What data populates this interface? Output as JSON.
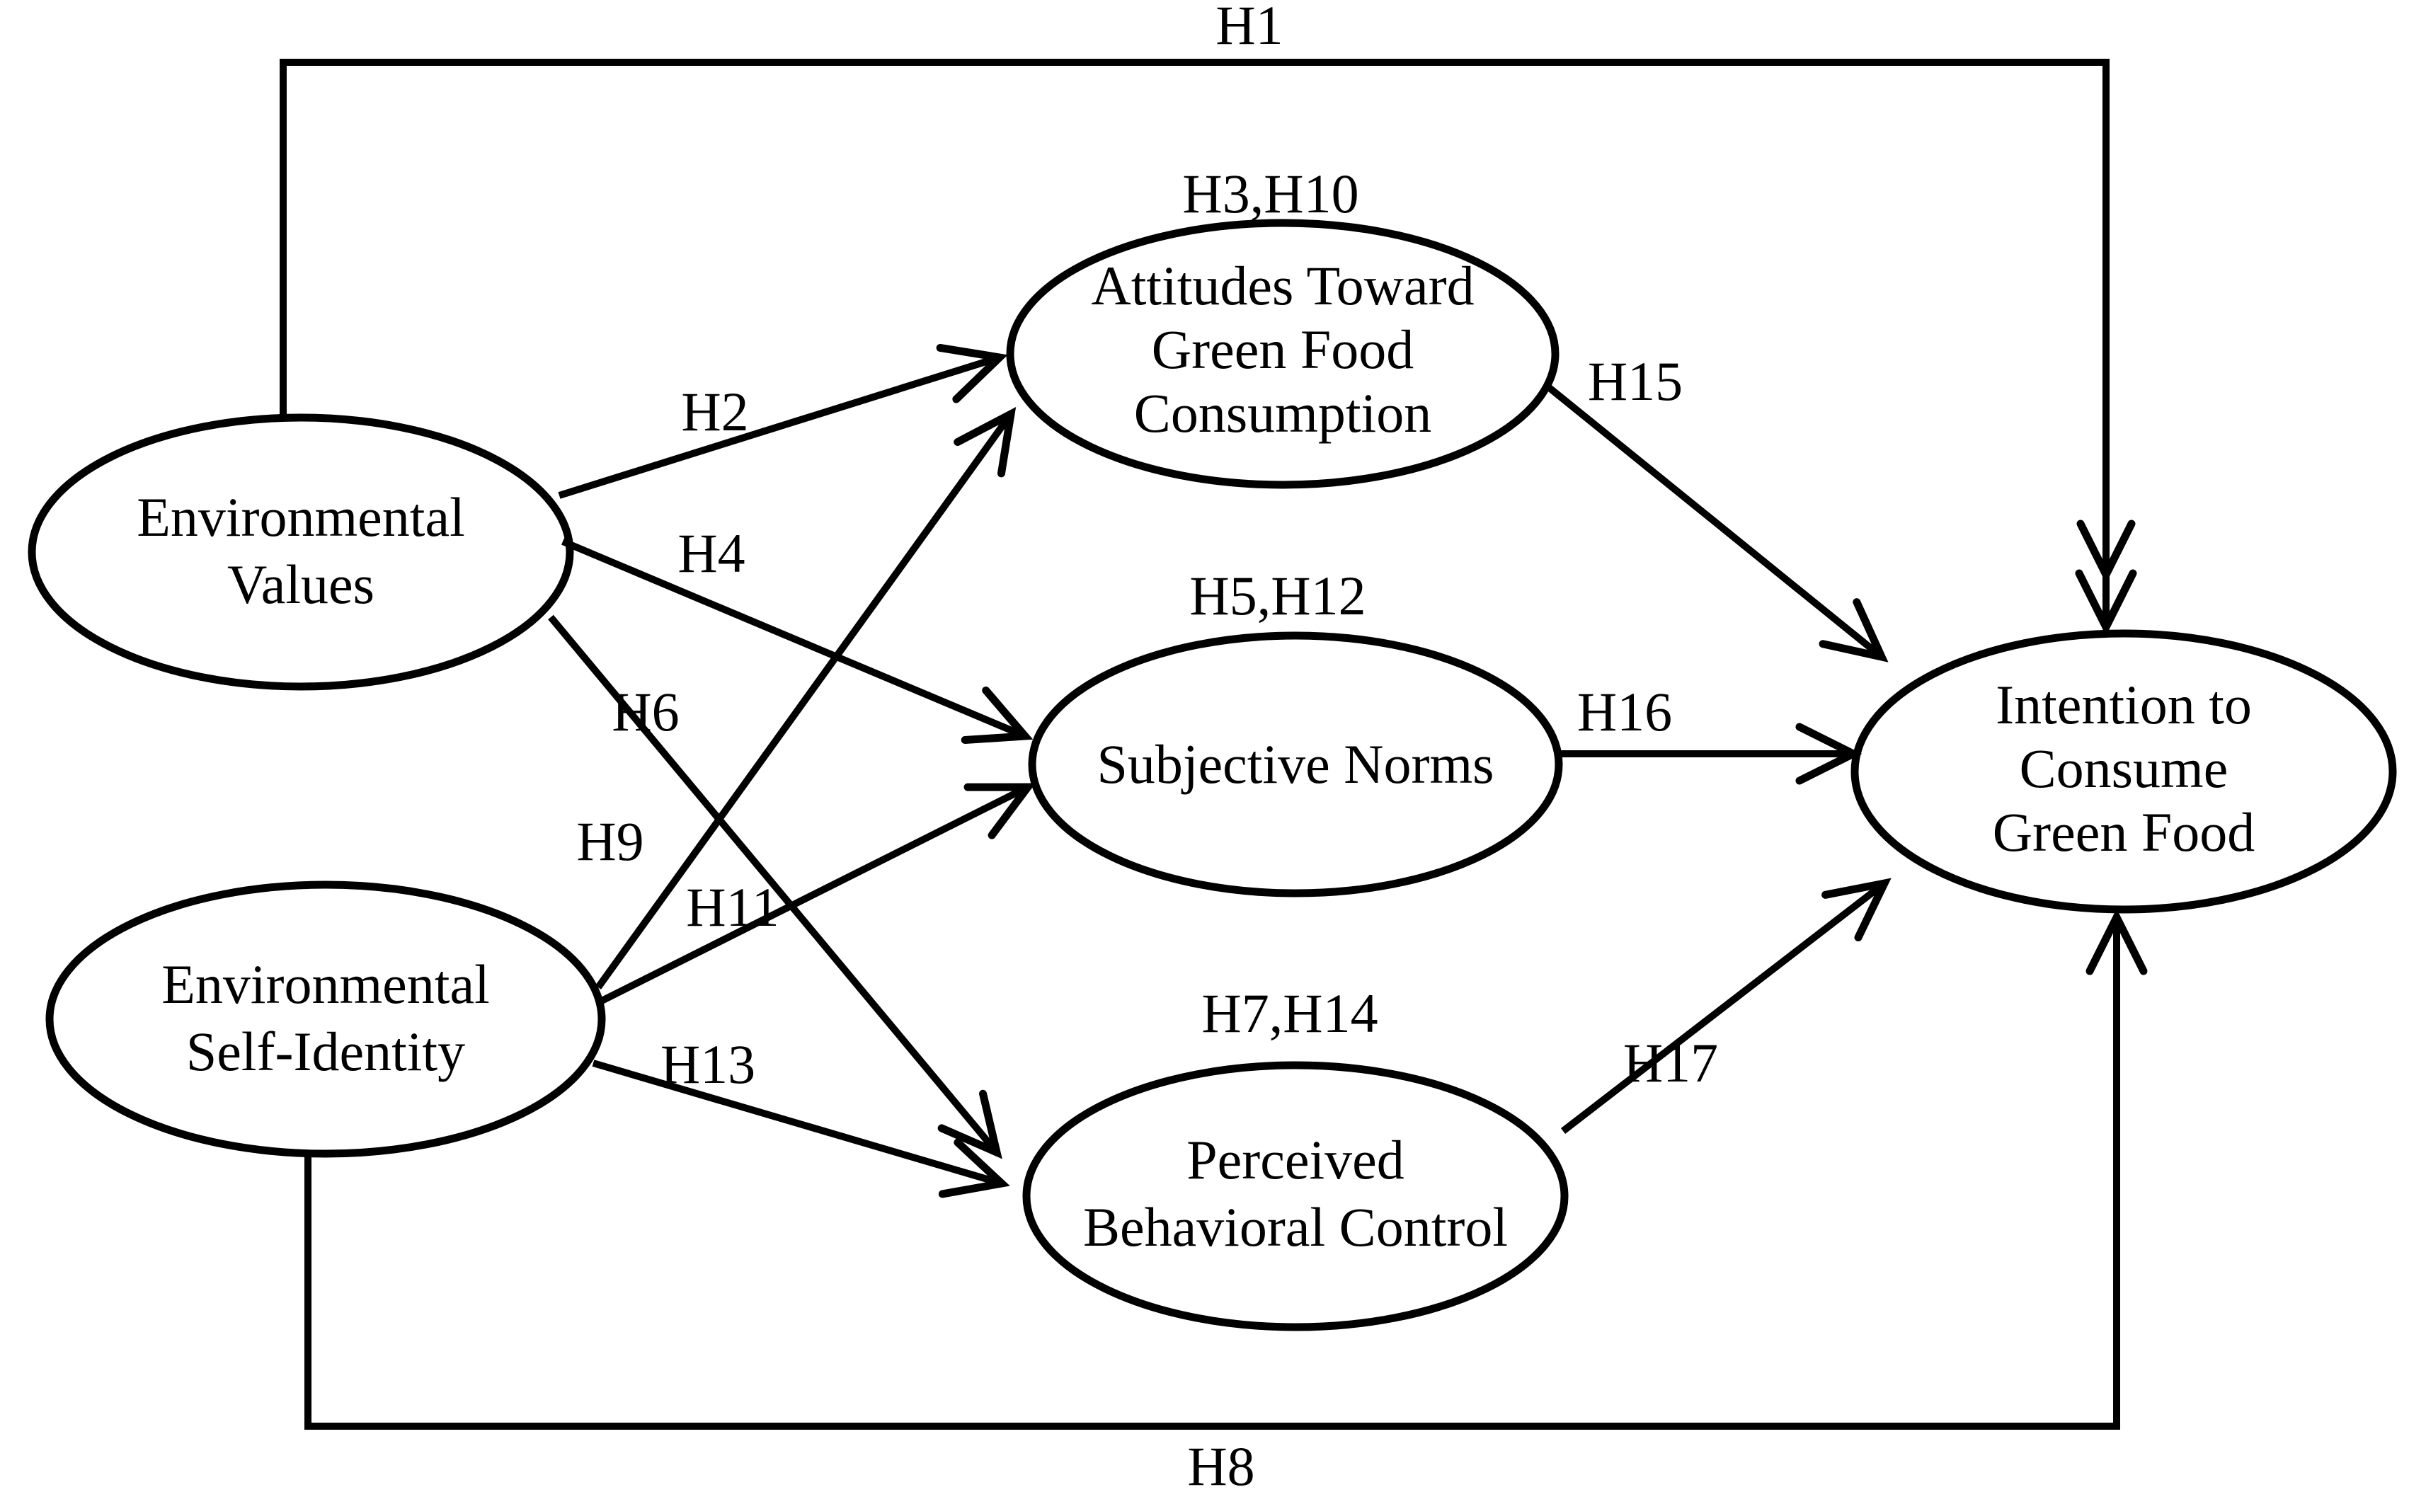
{
  "diagram": {
    "type": "path-model",
    "colors": {
      "stroke": "#000000",
      "text": "#000000",
      "background": "#ffffff"
    },
    "nodes": {
      "environmental_values": {
        "line1": "Environmental",
        "line2": "Values"
      },
      "environmental_self_identity": {
        "line1": "Environmental",
        "line2": "Self-Identity"
      },
      "attitudes": {
        "line1": "Attitudes Toward",
        "line2": "Green Food",
        "line3": "Consumption"
      },
      "subjective_norms": {
        "line1": "Subjective Norms"
      },
      "perceived_behavioral_control": {
        "line1": "Perceived",
        "line2": "Behavioral Control"
      },
      "intention": {
        "line1": "Intention to",
        "line2": "Consume",
        "line3": "Green Food"
      }
    },
    "edge_labels": {
      "h1": "H1",
      "h2": "H2",
      "h3_h10": "H3,H10",
      "h4": "H4",
      "h5_h12": "H5,H12",
      "h6": "H6",
      "h7_h14": "H7,H14",
      "h8": "H8",
      "h9": "H9",
      "h11": "H11",
      "h13": "H13",
      "h15": "H15",
      "h16": "H16",
      "h17": "H17"
    }
  }
}
